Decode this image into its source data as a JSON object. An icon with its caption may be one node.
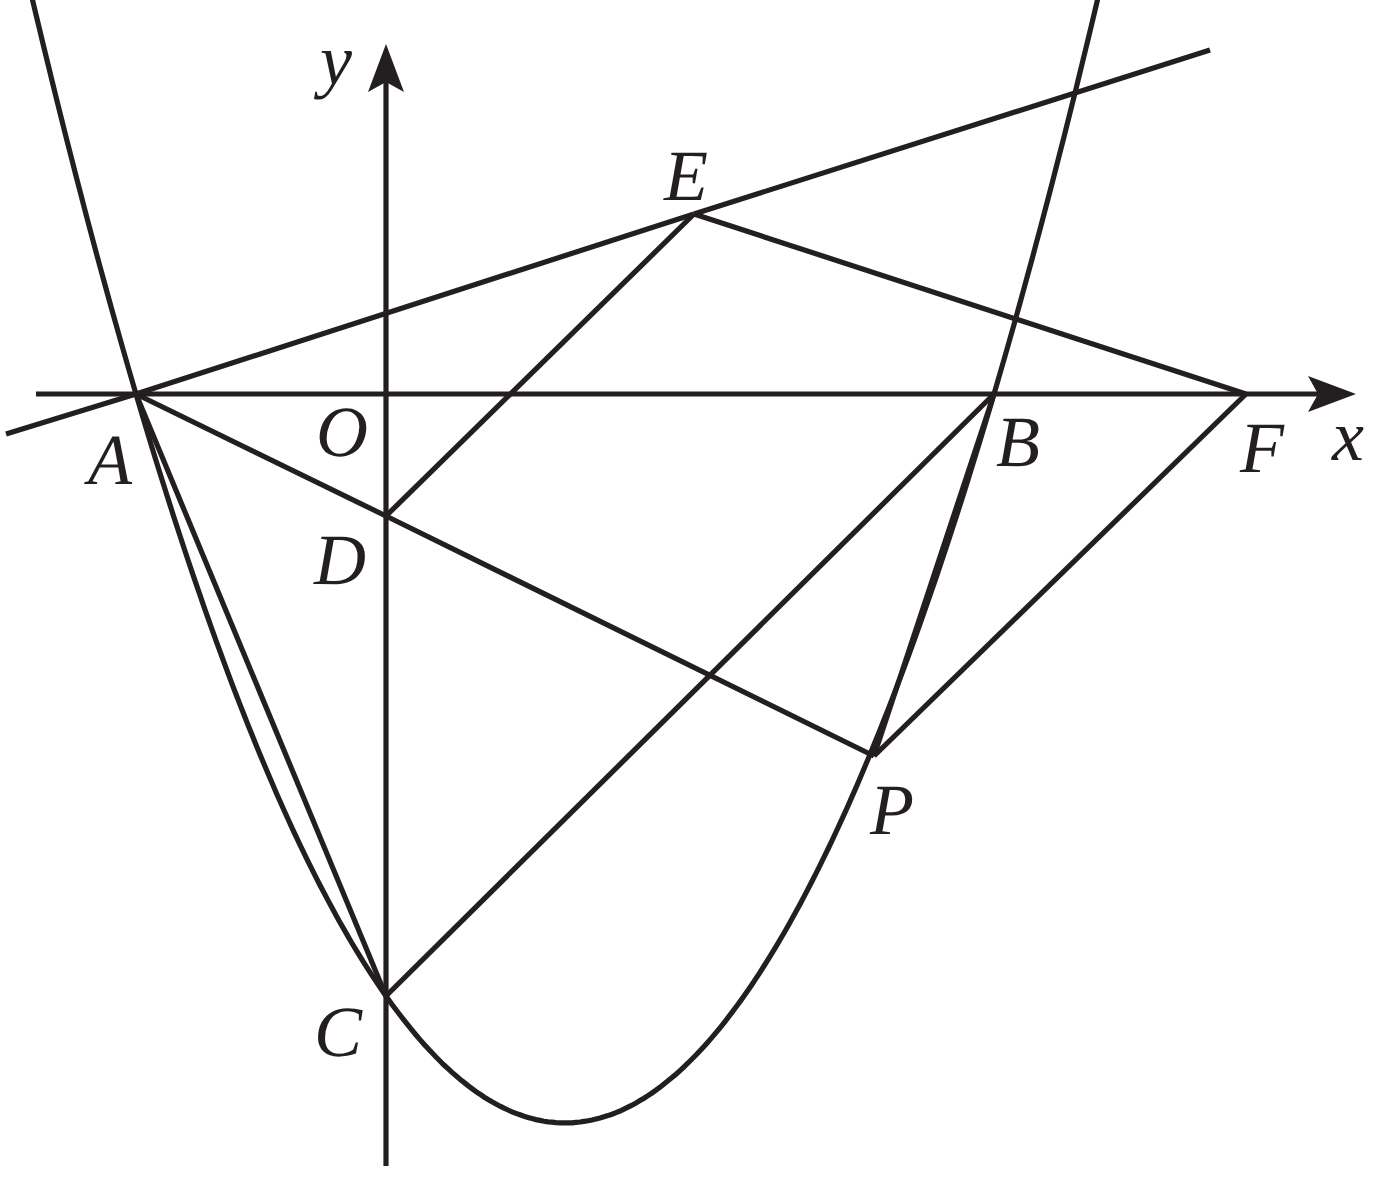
{
  "diagram": {
    "nodes": [
      {
        "text": [
          "E"
        ]
      },
      {
        "text": [
          "A"
        ]
      },
      {
        "text": [
          "B"
        ]
      },
      {
        "text": [
          "F"
        ]
      },
      {
        "text": [
          "D"
        ]
      },
      {
        "text": [
          "P"
        ]
      },
      {
        "text": [
          "C"
        ]
      }
    ],
    "edges": [
      {
        "from": 1,
        "to": 0,
        "arrow": "none"
      },
      {
        "from": 0,
        "to": 3,
        "arrow": "none"
      },
      {
        "from": 1,
        "to": 4,
        "arrow": "none"
      },
      {
        "from": 4,
        "to": 5,
        "arrow": "none"
      },
      {
        "from": 4,
        "to": 0,
        "arrow": "none"
      },
      {
        "from": 6,
        "to": 2,
        "arrow": "none"
      },
      {
        "from": 1,
        "to": 6,
        "arrow": "none"
      },
      {
        "from": 2,
        "to": 5,
        "arrow": "none"
      },
      {
        "from": 5,
        "to": 3,
        "arrow": "none"
      }
    ],
    "labels": [
      "y",
      "O",
      "x"
    ]
  }
}
